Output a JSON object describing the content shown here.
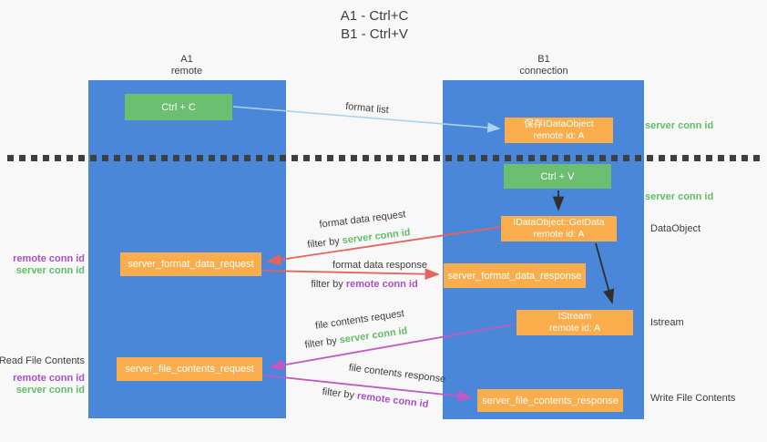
{
  "title": {
    "line1": "A1 - Ctrl+C",
    "line2": "B1 - Ctrl+V"
  },
  "lanes": {
    "left": {
      "id": "A1",
      "subtitle": "remote"
    },
    "right": {
      "id": "B1",
      "subtitle": "connection"
    }
  },
  "nodes": {
    "ctrl_c": {
      "label": "Ctrl + C"
    },
    "ctrl_v": {
      "label": "Ctrl + V"
    },
    "save_dataobject": {
      "line1": "保存IDataObject",
      "line2": "remote id: A"
    },
    "getdata": {
      "line1": "IDataObject::GetData",
      "line2": "remote id: A"
    },
    "istream": {
      "line1": "IStream",
      "line2": "remote id: A"
    },
    "format_request": {
      "label": "server_format_data_request"
    },
    "format_response": {
      "label": "server_format_data_response"
    },
    "file_request": {
      "label": "server_file_contents_request"
    },
    "file_response": {
      "label": "server_file_contents_response"
    }
  },
  "side_labels": {
    "server_conn_id_top": "server conn id",
    "server_conn_id_mid": "server conn id",
    "dataobject": "DataObject",
    "istream": "Istream",
    "write_file_contents": "Write File Contents",
    "remote_conn_id_format": "remote conn id",
    "server_conn_id_format": "server conn id",
    "read_file_contents": "Read File Contents",
    "remote_conn_id_file": "remote conn id",
    "server_conn_id_file": "server conn id"
  },
  "flow_labels": {
    "format_list": "format list",
    "format_data_request": "format data request",
    "format_data_response": "format data response",
    "file_contents_request": "file contents request",
    "file_contents_response": "file contents response",
    "filter_by": "filter by ",
    "server_conn_id": "server conn id",
    "remote_conn_id": "remote conn id"
  },
  "colors": {
    "lane_blue": "#4b87d9",
    "node_orange": "#f9ad4c",
    "node_green": "#6cbe70",
    "green_text": "#62bb66",
    "purple_text": "#a94fc8",
    "red_arrow": "#e8625d",
    "magenta_arrow": "#c358c3",
    "blue_arrow": "#a9d3ee",
    "black_arrow": "#2f2f2f",
    "dark_text": "#3d3d3d",
    "background": "#f8f8f8"
  }
}
